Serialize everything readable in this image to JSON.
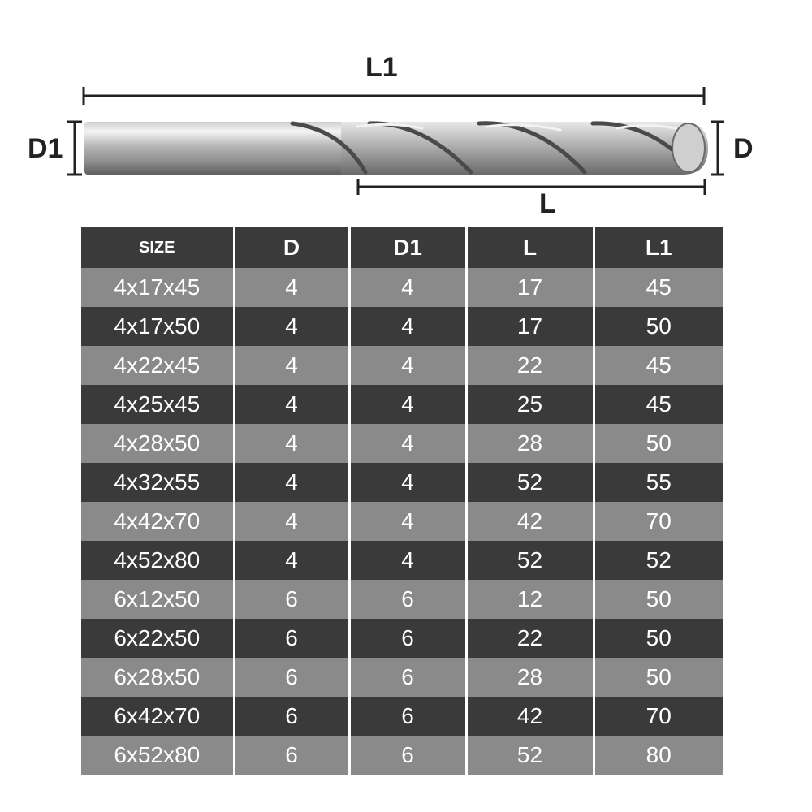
{
  "diagram": {
    "labels": {
      "l1": "L1",
      "d1": "D1",
      "d": "D",
      "l": "L"
    }
  },
  "table": {
    "headers": [
      "SIZE",
      "D",
      "D1",
      "L",
      "L1"
    ],
    "rows": [
      [
        "4x17x45",
        "4",
        "4",
        "17",
        "45"
      ],
      [
        "4x17x50",
        "4",
        "4",
        "17",
        "50"
      ],
      [
        "4x22x45",
        "4",
        "4",
        "22",
        "45"
      ],
      [
        "4x25x45",
        "4",
        "4",
        "25",
        "45"
      ],
      [
        "4x28x50",
        "4",
        "4",
        "28",
        "50"
      ],
      [
        "4x32x55",
        "4",
        "4",
        "52",
        "55"
      ],
      [
        "4x42x70",
        "4",
        "4",
        "42",
        "70"
      ],
      [
        "4x52x80",
        "4",
        "4",
        "52",
        "52"
      ],
      [
        "6x12x50",
        "6",
        "6",
        "12",
        "50"
      ],
      [
        "6x22x50",
        "6",
        "6",
        "22",
        "50"
      ],
      [
        "6x28x50",
        "6",
        "6",
        "28",
        "50"
      ],
      [
        "6x42x70",
        "6",
        "6",
        "42",
        "70"
      ],
      [
        "6x52x80",
        "6",
        "6",
        "52",
        "80"
      ]
    ]
  },
  "colors": {
    "header_bg": "#3a3a3a",
    "row_light": "#8a8a8a",
    "row_dark": "#3a3a3a",
    "text": "#ffffff",
    "dimension_line": "#222222"
  }
}
